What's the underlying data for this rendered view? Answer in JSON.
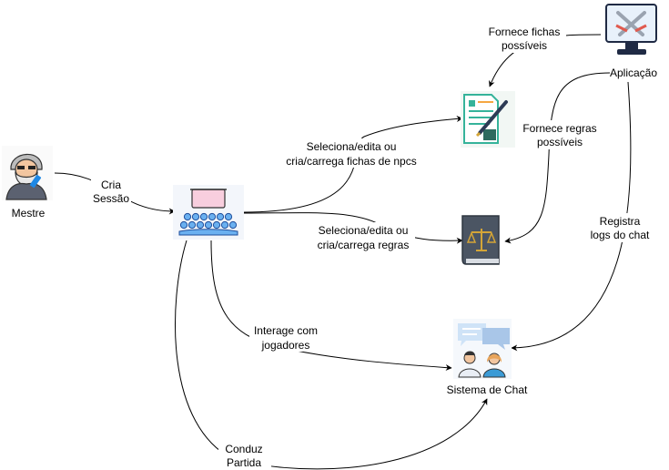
{
  "nodes": {
    "mestre": {
      "label": "Mestre",
      "icon": "game-master-avatar-icon"
    },
    "sessao": {
      "label": "",
      "icon": "session-audience-icon"
    },
    "aplicacao": {
      "label": "Aplicação",
      "icon": "crossed-swords-monitor-icon"
    },
    "fichas": {
      "label": "",
      "icon": "character-sheet-document-icon"
    },
    "regras": {
      "label": "",
      "icon": "rulebook-scales-icon"
    },
    "chat": {
      "label": "Sistema de Chat",
      "icon": "chat-users-icon"
    }
  },
  "edges": {
    "cria_sessao": {
      "line1": "Cria",
      "line2": "Sessão"
    },
    "seleciona_fichas": {
      "line1": "Seleciona/edita ou",
      "line2": "cria/carrega fichas de npcs"
    },
    "seleciona_regras": {
      "line1": "Seleciona/edita ou",
      "line2": "cria/carrega regras"
    },
    "interage": {
      "line1": "Interage com",
      "line2": "jogadores"
    },
    "conduz": {
      "line1": "Conduz",
      "line2": "Partida"
    },
    "fornece_fichas": {
      "line1": "Fornece fichas",
      "line2": "possíveis"
    },
    "fornece_regras": {
      "line1": "Fornece regras",
      "line2": "possíveis"
    },
    "registra": {
      "line1": "Registra",
      "line2": "logs do chat"
    }
  },
  "colors": {
    "edge": "#000000",
    "accent_blue": "#1e88e5",
    "pink": "#f8cede",
    "sheet_green": "#35b39a",
    "book_gray": "#4b5563",
    "gold": "#d4a537",
    "sword_red": "#e05a4f"
  }
}
